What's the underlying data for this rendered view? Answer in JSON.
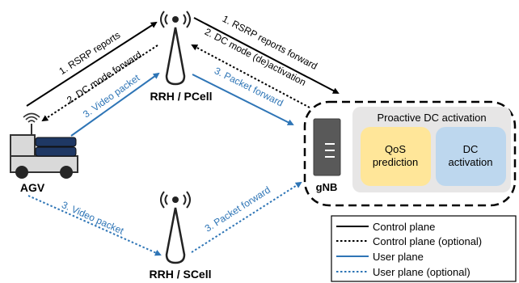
{
  "nodes": {
    "pcell": "RRH / PCell",
    "scell": "RRH / SCell",
    "agv": "AGV",
    "gnb": "gNB"
  },
  "links": {
    "rsrp_reports": "1. RSRP reports",
    "dc_mode_forward": "2. DC mode forward",
    "video_packet_p": "3. Video packet",
    "rsrp_reports_forward": "1. RSRP reports forward",
    "dc_mode_activation": "2. DC mode (de)activation",
    "packet_forward_p": "3. Packet forward",
    "video_packet_s": "3. Video packet",
    "packet_forward_s": "3. Packet forward"
  },
  "proactive": {
    "title": "Proactive DC activation",
    "qos_line1": "QoS",
    "qos_line2": "prediction",
    "dc_line1": "DC",
    "dc_line2": "activation"
  },
  "legend": {
    "items": [
      {
        "label": "Control plane",
        "style": "solid",
        "color": "#000000"
      },
      {
        "label": "Control plane (optional)",
        "style": "dotted",
        "color": "#000000"
      },
      {
        "label": "User plane",
        "style": "solid",
        "color": "#2e75b6"
      },
      {
        "label": "User plane (optional)",
        "style": "dotted",
        "color": "#2e75b6"
      }
    ]
  },
  "colors": {
    "control": "#000000",
    "user": "#2e75b6",
    "qos_box": "#ffe699",
    "dc_box": "#bdd7ee",
    "proactive_panel": "#e7e6e6",
    "gnb_body": "#595959"
  },
  "icons": [
    "antenna-icon",
    "truck-icon",
    "server-icon",
    "wifi-icon"
  ]
}
